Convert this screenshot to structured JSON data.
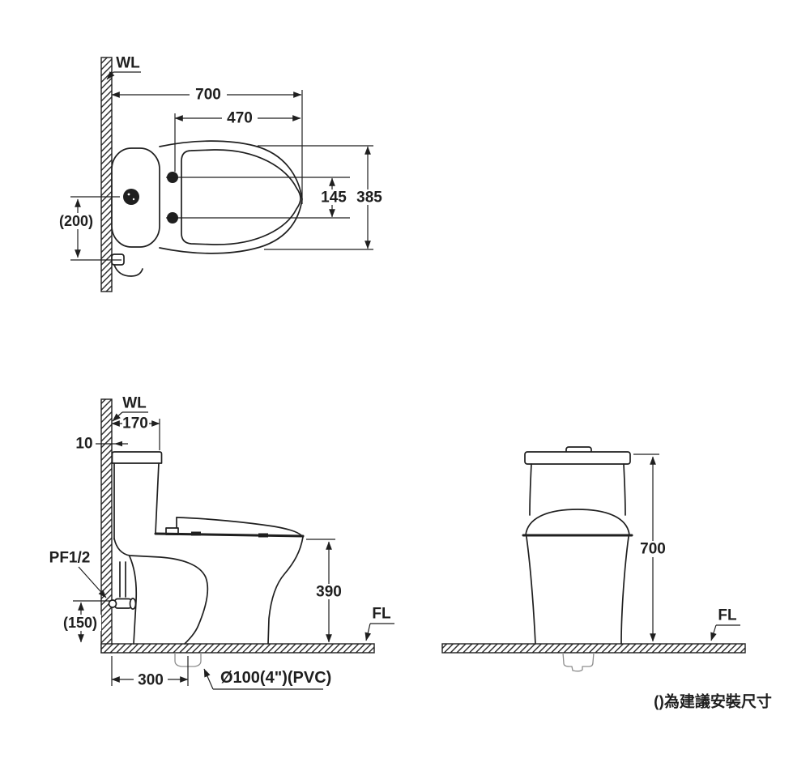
{
  "title": "Toilet installation dimension drawing",
  "colors": {
    "line": "#1f1f1f",
    "hatch": "#2d2d2d",
    "background": "#ffffff",
    "light_line": "#8d8d8d"
  },
  "top_view": {
    "wall_label": "WL",
    "dims": {
      "depth_overall": "700",
      "seat_length": "470",
      "hinge_hole_spacing": "145",
      "width_overall": "385",
      "supply_offset": "(200)"
    }
  },
  "side_view": {
    "wall_label": "WL",
    "floor_label": "FL",
    "supply_type_label": "PF1/2",
    "drain_pipe_label": "Ø100(4\")(PVC)",
    "dims": {
      "tank_depth": "170",
      "wall_gap": "10",
      "supply_height": "(150)",
      "drain_offset": "300",
      "rim_height": "390"
    }
  },
  "front_view": {
    "floor_label": "FL",
    "dims": {
      "height_overall": "700"
    }
  },
  "footnote": "()為建議安裝尺寸"
}
